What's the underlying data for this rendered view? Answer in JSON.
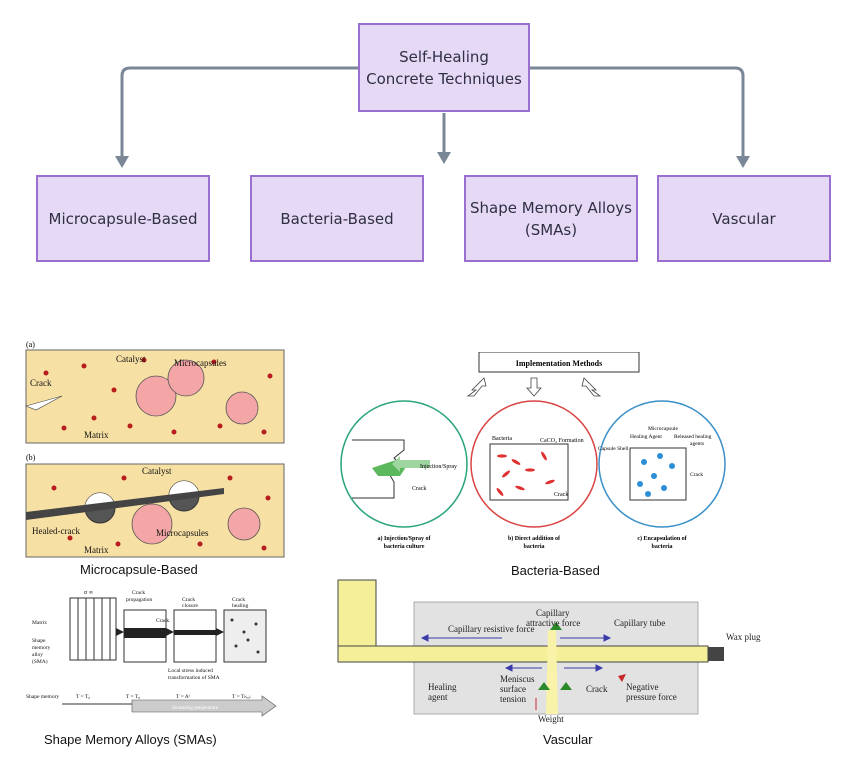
{
  "root": {
    "label": "Self-Healing\nConcrete Techniques"
  },
  "children": [
    {
      "label": "Microcapsule-Based"
    },
    {
      "label": "Bacteria-Based"
    },
    {
      "label": "Shape Memory Alloys\n(SMAs)"
    },
    {
      "label": "Vascular"
    }
  ],
  "captions": {
    "microcapsule": "Microcapsule-Based",
    "bacteria": "Bacteria-Based",
    "sma": "Shape Memory Alloys (SMAs)",
    "vascular": "Vascular"
  },
  "fig_micro": {
    "panel_a": "(a)",
    "panel_b": "(b)",
    "catalyst": "Catalyst",
    "microcapsules": "Microcapsules",
    "crack": "Crack",
    "matrix": "Matrix",
    "healed_crack": "Healed-crack"
  },
  "fig_bacteria": {
    "title": "Implementation Methods",
    "injection": "Injection/Spray",
    "crack": "Crack",
    "bacteria": "Bacteria",
    "caco3": "CaCO₃ Formation",
    "microcapsule": "Microcapsule",
    "healing_agent": "Healing Agent",
    "capsule_shell": "Capsule Shell",
    "released": "Released healing",
    "agents": "agents",
    "cap_a1": "a) Injection/Spray of",
    "cap_a2": "bacteria culture",
    "cap_b1": "b) Direct addition of",
    "cap_b2": "bacteria",
    "cap_c1": "c) Encapsulation of",
    "cap_c2": "bacteria"
  },
  "fig_sma": {
    "matrix": "Matrix",
    "sma1": "Shape",
    "sma2": "memory",
    "sma3": "alloy",
    "sma4": "(SMA)",
    "prop1": "Crack",
    "prop2": "propagation",
    "clos1": "Crack",
    "clos2": "closure",
    "heal1": "Crack",
    "heal2": "healing",
    "crack": "Crack",
    "local1": "Local stress induced",
    "local2": "transformation of SMA",
    "shape_memory": "Shape memory",
    "t0": "T = T₀",
    "t1": "T = T₀",
    "t2": "T = Aᶠ",
    "t3": "T = Tₕₑₐₗ",
    "increasing": "Increasing temperature",
    "sigma": "σ ∞"
  },
  "fig_vascular": {
    "wax": "Wax plug",
    "cap_att1": "Capillary",
    "cap_att2": "attractive force",
    "cap_res": "Capillary resistive force",
    "cap_tube": "Capillary tube",
    "healing1": "Healing",
    "healing2": "agent",
    "meniscus1": "Meniscus",
    "meniscus2": "surface",
    "meniscus3": "tension",
    "crack": "Crack",
    "neg1": "Negative",
    "neg2": "pressure force",
    "weight": "Weight"
  },
  "colors": {
    "node_fill": "#e6d9f6",
    "node_border": "#9a6fd0",
    "connector": "#7a8796"
  }
}
